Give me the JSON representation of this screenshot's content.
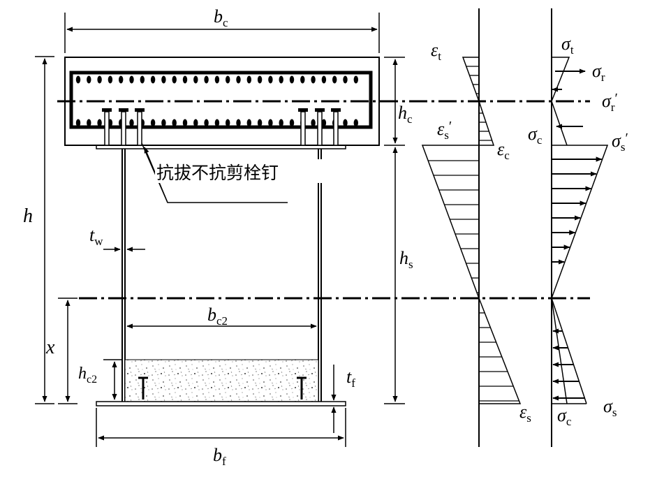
{
  "labels": {
    "bc": {
      "main": "b",
      "sub": "c"
    },
    "h": {
      "main": "h"
    },
    "hc": {
      "main": "h",
      "sub": "c"
    },
    "hs": {
      "main": "h",
      "sub": "s"
    },
    "tw": {
      "main": "t",
      "sub": "w"
    },
    "bc2": {
      "main": "b",
      "sub": "c2"
    },
    "x": {
      "main": "x"
    },
    "hc2": {
      "main": "h",
      "sub": "c2"
    },
    "tf": {
      "main": "t",
      "sub": "f"
    },
    "bf": {
      "main": "b",
      "sub": "f"
    }
  },
  "stud_note": "抗拔不抗剪栓钉",
  "strain": {
    "eps_t": {
      "main": "ε",
      "sub": "t"
    },
    "eps_s_prime": {
      "main": "ε",
      "sub": "s",
      "prime": "′"
    },
    "eps_c": {
      "main": "ε",
      "sub": "c"
    },
    "eps_s": {
      "main": "ε",
      "sub": "s"
    }
  },
  "stress": {
    "sig_t": {
      "main": "σ",
      "sub": "t"
    },
    "sig_r": {
      "main": "σ",
      "sub": "r"
    },
    "sig_r_prime": {
      "main": "σ",
      "sub": "r",
      "prime": "′"
    },
    "sig_c_top": {
      "main": "σ",
      "sub": "c"
    },
    "sig_s_prime": {
      "main": "σ",
      "sub": "s",
      "prime": "′"
    },
    "sig_s": {
      "main": "σ",
      "sub": "s"
    },
    "sig_c_bottom": {
      "main": "σ",
      "sub": "c"
    }
  }
}
